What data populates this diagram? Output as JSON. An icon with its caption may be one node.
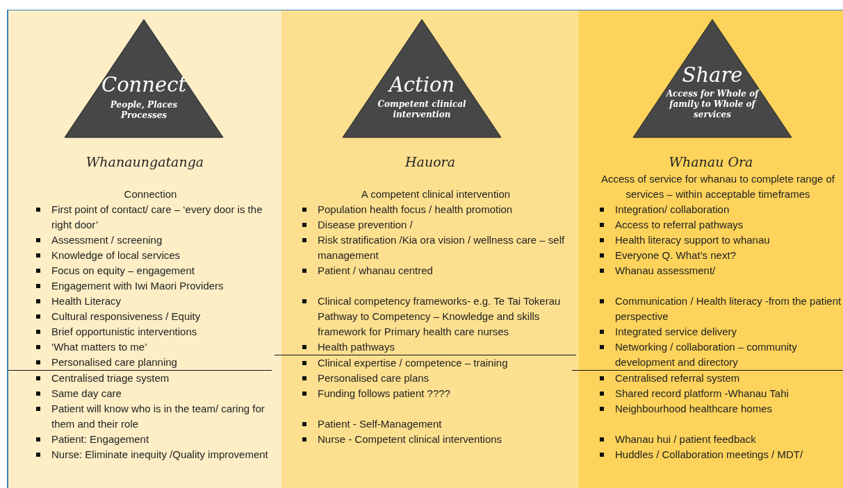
{
  "diagram": {
    "nodes": [
      {
        "text": [
          "Whanaungatanga",
          "Connection",
          "First point of contact/ care – ‘every door is the right door’",
          "Assessment / screening",
          "Knowledge of local services",
          "Focus on equity – engagement",
          "Engagement with Iwi Maori Providers",
          "Health Literacy",
          "Cultural responsiveness / Equity",
          "Brief opportunistic interventions",
          "‘What matters to me’",
          "Personalised care planning",
          "Centralised triage system",
          "Same day care",
          "Patient will know who is in the team/ caring for them and their role",
          "Patient: Engagement",
          "Nurse: Eliminate inequity /Quality improvement"
        ]
      },
      {
        "text": [
          "Connect",
          "People, Places Processes"
        ],
        "in": 0
      },
      {
        "text": [
          "Hauora",
          "A competent clinical intervention",
          "Population health focus / health promotion",
          "Disease prevention /",
          "Risk stratification /Kia ora vision / wellness care – self management",
          "Patient / whanau centred",
          "Clinical competency frameworks- e.g. Te Tai Tokerau Pathway to Competency – Knowledge and skills framework for Primary health care nurses",
          "Health pathways",
          "Clinical expertise / competence – training",
          "Personalised care plans",
          "Funding follows patient ????",
          "Patient - Self-Management",
          "Nurse - Competent clinical interventions"
        ]
      },
      {
        "text": [
          "Action",
          "Competent clinical intervention"
        ],
        "in": 2
      },
      {
        "text": [
          "Whanau Ora",
          "Access of service for whanau to complete range of services – within acceptable timeframes",
          "Integration/ collaboration",
          "Access to referral pathways",
          "Health literacy support to whanau",
          "Everyone Q. What’s next?",
          "Whanau assessment/",
          "Communication / Health literacy -from the patient perspective",
          "Integrated service delivery",
          "Networking / collaboration – community development and directory",
          "Centralised referral system",
          "Shared record platform -Whanau Tahi",
          "Neighbourhood healthcare homes",
          "Whanau hui / patient feedback",
          "Huddles / Collaboration meetings / MDT/"
        ]
      },
      {
        "text": [
          "Share",
          "Access for Whole of family to Whole of services"
        ],
        "in": 4
      }
    ]
  }
}
